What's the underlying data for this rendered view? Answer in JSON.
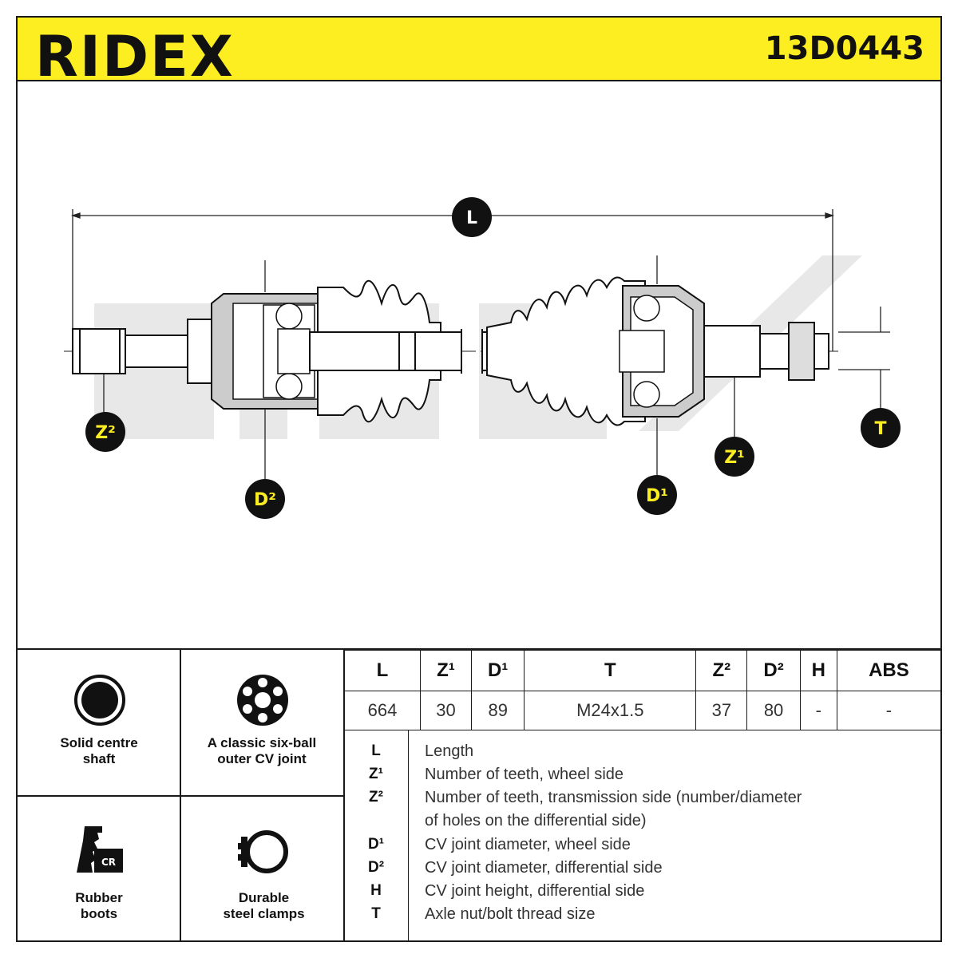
{
  "header": {
    "brand": "RIDEX",
    "part_number": "13D0443"
  },
  "diagram": {
    "labels": {
      "L": "L",
      "Z1": "Z¹",
      "Z2": "Z²",
      "D1": "D¹",
      "D2": "D²",
      "T": "T"
    },
    "colors": {
      "badge_bg": "#111111",
      "badge_text": "#fdee21",
      "badge_text_L": "#ffffff",
      "watermark": "#e6e6e6"
    }
  },
  "features": [
    {
      "icon": "solid-shaft-icon",
      "label_line1": "Solid centre",
      "label_line2": "shaft"
    },
    {
      "icon": "six-ball-joint-icon",
      "label_line1": "A classic six-ball",
      "label_line2": "outer CV joint"
    },
    {
      "icon": "rubber-boot-icon",
      "icon_text": "CR",
      "label_line1": "Rubber",
      "label_line2": "boots"
    },
    {
      "icon": "steel-clamp-icon",
      "label_line1": "Durable",
      "label_line2": "steel clamps"
    }
  ],
  "spec_table": {
    "headers": [
      "L",
      "Z¹",
      "D¹",
      "T",
      "Z²",
      "D²",
      "H",
      "ABS"
    ],
    "values": [
      "664",
      "30",
      "89",
      "M24x1.5",
      "37",
      "80",
      "-",
      "-"
    ]
  },
  "legend": [
    {
      "symbol": "L",
      "text": "Length"
    },
    {
      "symbol": "Z¹",
      "text": "Number of teeth, wheel side"
    },
    {
      "symbol": "Z²",
      "text": "Number of teeth, transmission side (number/diameter"
    },
    {
      "symbol": "",
      "text": "of holes on the differential side)"
    },
    {
      "symbol": "D¹",
      "text": "CV joint diameter, wheel side"
    },
    {
      "symbol": "D²",
      "text": "CV joint diameter, differential side"
    },
    {
      "symbol": "H",
      "text": "CV joint height, differential side"
    },
    {
      "symbol": "T",
      "text": "Axle nut/bolt thread size"
    }
  ]
}
